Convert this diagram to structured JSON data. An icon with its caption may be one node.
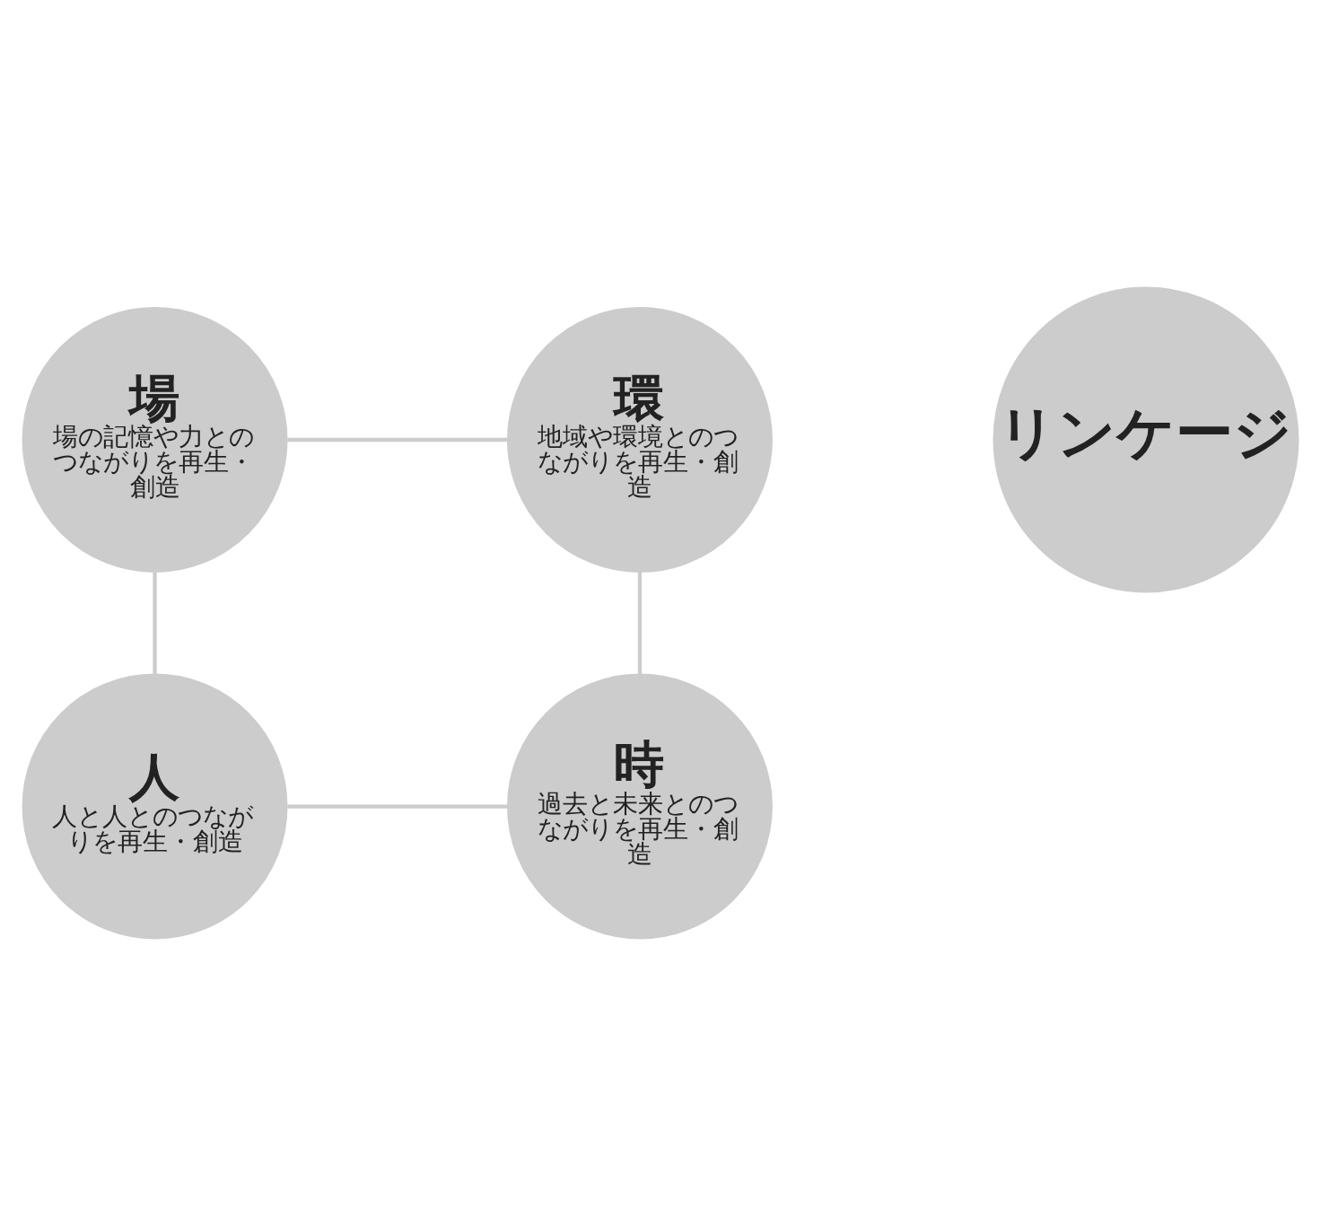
{
  "diagram": {
    "nodes": [
      {
        "text": [
          "場",
          "場の記憶や力とのつながりを再生・創造"
        ]
      },
      {
        "text": [
          "環",
          "地域や環境とのつながりを再生・創造"
        ]
      },
      {
        "text": [
          "リンケージ"
        ]
      },
      {
        "text": [
          "人",
          "人と人とのつながりを再生・創造"
        ]
      },
      {
        "text": [
          "時",
          "過去と未来とのつながりを再生・創造"
        ]
      }
    ],
    "edges": [
      {
        "from": 0,
        "to": 1,
        "arrow": "none"
      },
      {
        "from": 1,
        "to": 4,
        "arrow": "none"
      },
      {
        "from": 3,
        "to": 4,
        "arrow": "none"
      },
      {
        "from": 0,
        "to": 3,
        "arrow": "none"
      }
    ]
  }
}
